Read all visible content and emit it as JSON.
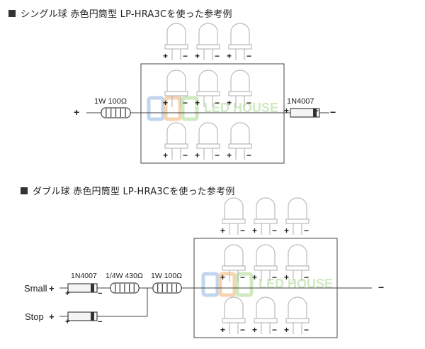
{
  "diagram1": {
    "title": "シングル球 赤色円筒型 LP-HRA3Cを使った参考例",
    "resistor_label": "1W 100Ω",
    "diode_label": "1N4007",
    "input_plus": "+",
    "output_minus": "−"
  },
  "diagram2": {
    "title": "ダブル球 赤色円筒型 LP-HRA3Cを使った参考例",
    "small_label": "Small",
    "stop_label": "Stop",
    "diode_label": "1N4007",
    "resistor1_label": "1/4W 430Ω",
    "resistor2_label": "1W 100Ω",
    "output_minus": "−"
  },
  "led_marks": {
    "plus": "+",
    "minus": "−"
  },
  "watermark": {
    "text": "LED HOUSE"
  },
  "colors": {
    "line": "#444444",
    "led": "#bbbbbb",
    "diode_band": "#333333",
    "watermark_blue": "#8fb6e0",
    "watermark_orange": "#f0b070",
    "watermark_green": "#a8d890"
  }
}
